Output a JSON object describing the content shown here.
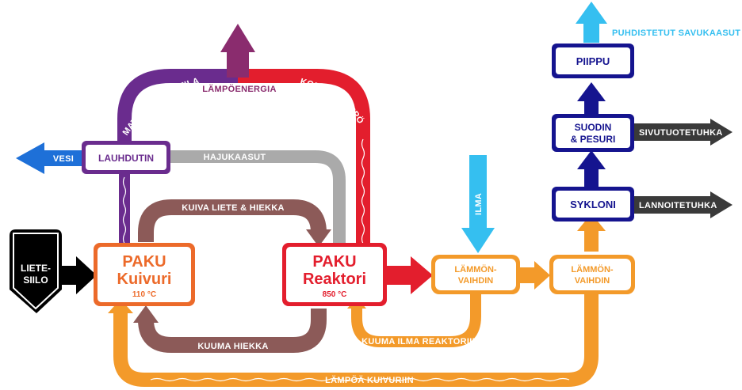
{
  "colors": {
    "purple": "#6a2c8e",
    "red": "#e31e2d",
    "orange": "#f39a2a",
    "orange_dark": "#ec6a2a",
    "brown": "#8c5a58",
    "gray": "#aaaaaa",
    "blue": "#1e70d8",
    "cyan": "#35bff0",
    "navy": "#15148f",
    "charcoal": "#3a3a3a",
    "black": "#000000",
    "white": "#ffffff"
  },
  "nodes": {
    "lietesiilo": {
      "line1": "LIETE-",
      "line2": "SIILO"
    },
    "kuivuri": {
      "line1": "PAKU",
      "line2": "Kuivuri",
      "temp": "110 °C"
    },
    "reaktori": {
      "line1": "PAKU",
      "line2": "Reaktori",
      "temp": "850 °C"
    },
    "lauhdutin": {
      "label": "LAUHDUTIN"
    },
    "lammonvaihdin1": {
      "line1": "LÄMMÖN-",
      "line2": "VAIHDIN"
    },
    "lammonvaihdin2": {
      "line1": "LÄMMÖN-",
      "line2": "VAIHDIN"
    },
    "sykloni": {
      "label": "SYKLONI"
    },
    "suodin": {
      "line1": "SUODIN",
      "line2": "& PESURI"
    },
    "piippu": {
      "label": "PIIPPU"
    }
  },
  "flows": {
    "vesi": "VESI",
    "lampoenergia": "LÄMPÖENERGIA",
    "matala": "MATALA LÄMPÖTILA",
    "korkea": "KORKEA LÄMPÖTILA",
    "hajukaasut": "HAJUKAASUT",
    "kuiva_liete": "KUIVA LIETE & HIEKKA",
    "kuuma_hiekka": "KUUMA HIEKKA",
    "ilma": "ILMA",
    "kuuma_ilma": "KUUMA ILMA REAKTORIIN",
    "lampoa_kuivuriin": "LÄMPÖÄ KUIVURIIN",
    "puhdistetut": "PUHDISTETUT SAVUKAASUT",
    "sivutuotetuhka": "SIVUTUOTETUHKA",
    "lannoitetuhka": "LANNOITETUHKA"
  }
}
